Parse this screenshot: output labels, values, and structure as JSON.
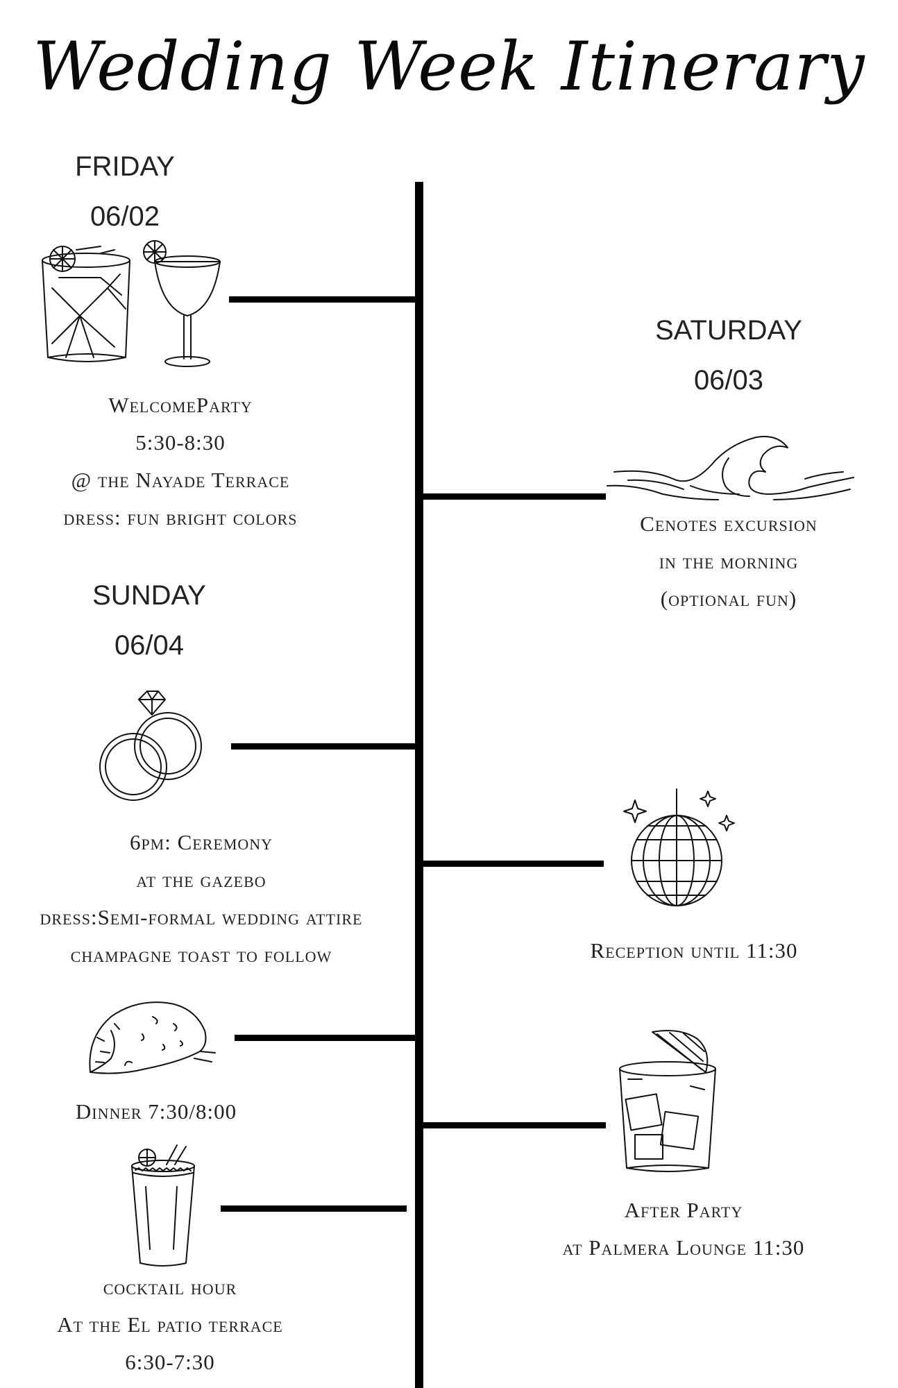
{
  "title": "Wedding Week Itinerary",
  "friday": {
    "day": "FRIDAY",
    "date": "06/02",
    "lines": [
      "WelcomeParty",
      "5:30-8:30",
      "@ the Nayade Terrace",
      "dress: fun bright colors"
    ]
  },
  "saturday": {
    "day": "SATURDAY",
    "date": "06/03",
    "lines": [
      "Cenotes excursion",
      "in the morning",
      "(optional fun)"
    ]
  },
  "sunday": {
    "day": "SUNDAY",
    "date": "06/04",
    "ceremony": [
      "6pm: Ceremony",
      "at the gazebo",
      "dress:Semi-formal wedding attire",
      "champagne toast to follow"
    ],
    "reception": [
      "Reception until 11:30"
    ],
    "dinner": [
      "Dinner 7:30/8:00"
    ],
    "cocktail": [
      "cocktail hour",
      "At the El patio terrace",
      "6:30-7:30"
    ],
    "after_party": [
      "After Party",
      "at Palmera Lounge 11:30"
    ]
  },
  "icons": [
    "cocktail-glasses-icon",
    "wave-icon",
    "wedding-rings-icon",
    "disco-ball-icon",
    "taco-icon",
    "michelada-icon",
    "old-fashioned-glass-icon"
  ]
}
